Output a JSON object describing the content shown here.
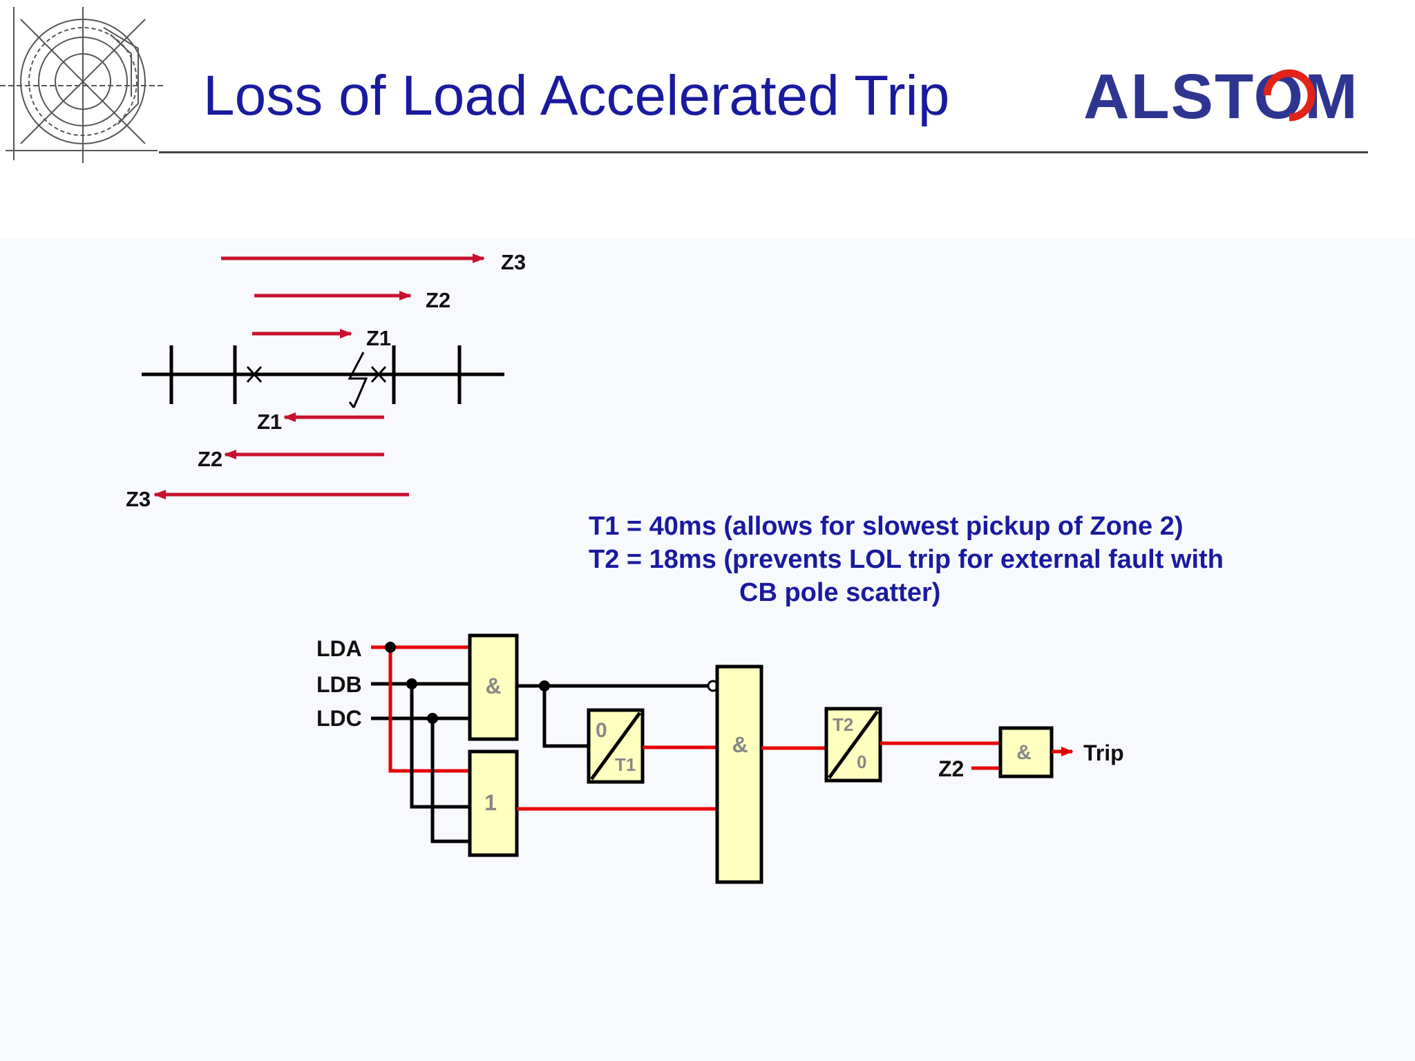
{
  "slide": {
    "title": "Loss of Load Accelerated Trip",
    "logo": "ALSTOM"
  },
  "zones_diagram": {
    "forward_labels": [
      "Z3",
      "Z2",
      "Z1"
    ],
    "reverse_labels": [
      "Z1",
      "Z2",
      "Z3"
    ]
  },
  "notes": {
    "line1": "T1 = 40ms (allows for slowest pickup of Zone 2)",
    "line2": "T2 = 18ms (prevents LOL trip for external fault with",
    "line3": "CB pole scatter)"
  },
  "logic": {
    "inputs": [
      "LDA",
      "LDB",
      "LDC"
    ],
    "and_gate_1": "&",
    "or_gate": "1",
    "timer_t1": {
      "top": "0",
      "bottom": "T1"
    },
    "and_gate_2": "&",
    "timer_t2": {
      "top": "T2",
      "bottom": "0"
    },
    "and_gate_3": "&",
    "z2_input": "Z2",
    "output": "Trip"
  },
  "colors": {
    "title": "#1a1a9e",
    "red_line": "#c8102e",
    "signal_red": "#e60000",
    "gate_fill": "#ffffc0",
    "logo": "#2e3591",
    "logo_ring": "#e2231a"
  }
}
